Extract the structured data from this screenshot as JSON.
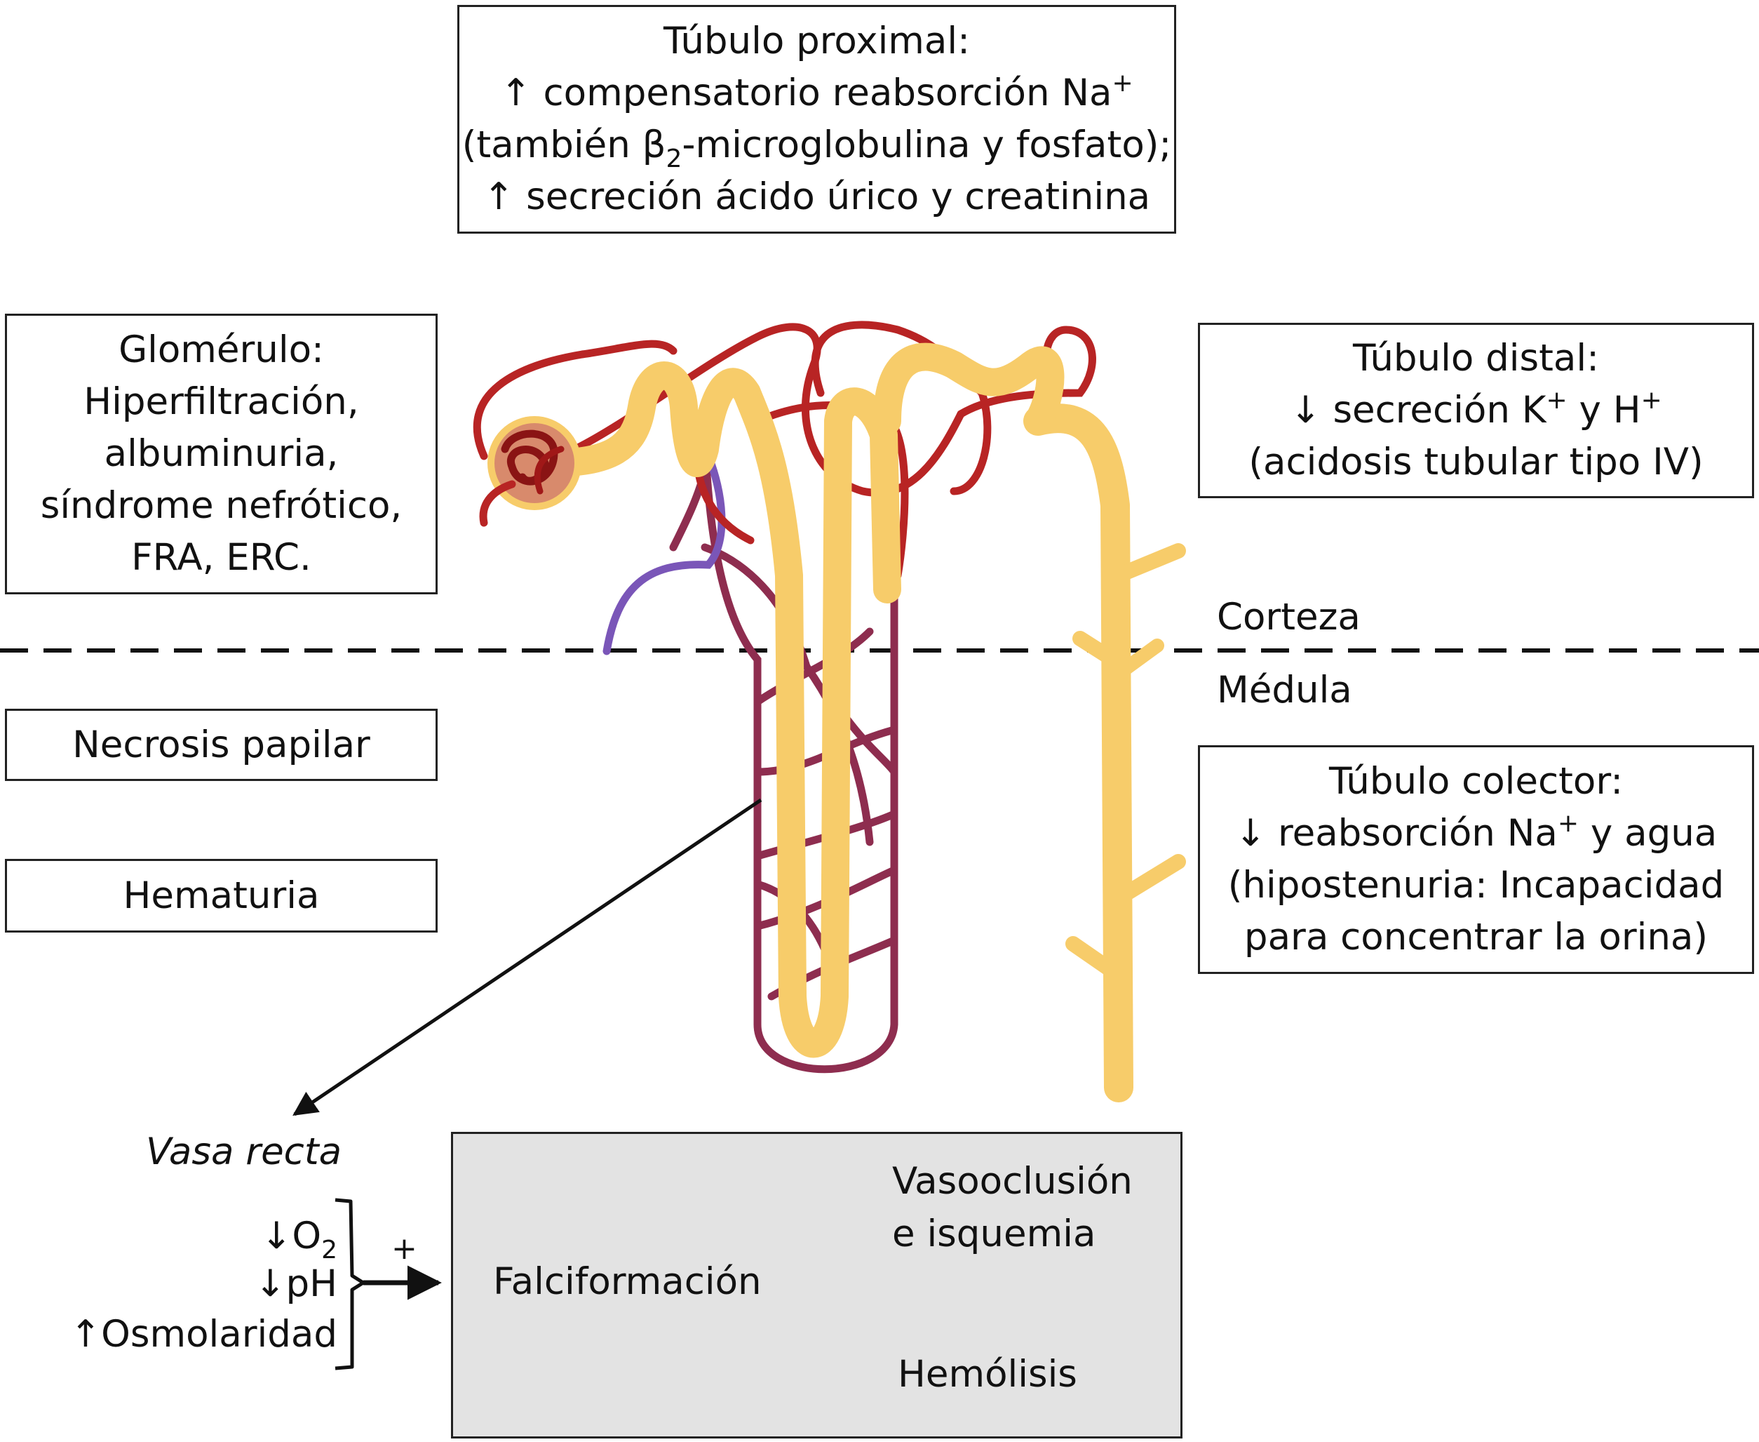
{
  "colors": {
    "tubule": "#f7cc6a",
    "artery": "#b82424",
    "vein": "#8e2d4f",
    "afferent_vein": "#7a56b8",
    "capsule": "#d88a6c",
    "gray_box": "#e3e3e3"
  },
  "proximal": {
    "title": "Túbulo proximal:",
    "line2": "↑ compensatorio reabsorción Na",
    "line2_sup": "+",
    "line3_pre": "(también β",
    "line3_sub": "2",
    "line3_post": "-microglobulina y fosfato);",
    "line4": "↑ secreción ácido úrico y creatinina"
  },
  "glomerulo": {
    "lines": [
      "Glomérulo:",
      "Hiperfiltración,",
      "albuminuria,",
      "síndrome nefrótico,",
      "FRA, ERC."
    ]
  },
  "distal": {
    "title": "Túbulo distal:",
    "line2_a": "↓ secreción K",
    "line2_sup1": "+",
    "line2_b": " y H",
    "line2_sup2": "+",
    "line3": "(acidosis tubular tipo IV)"
  },
  "colector": {
    "title": "Túbulo colector:",
    "line2_a": "↓ reabsorción Na",
    "line2_sup": "+",
    "line2_b": " y agua",
    "line3": "(hipostenuria: Incapacidad",
    "line4": "para concentrar la orina)"
  },
  "zones": {
    "cortex": "Corteza",
    "medulla": "Médula"
  },
  "necrosis": "Necrosis papilar",
  "hematuria": "Hematuria",
  "vasa_recta": "Vasa recta",
  "factors": {
    "o2_pre": "↓O",
    "o2_sub": "2",
    "ph": "↓pH",
    "osm": "↑Osmolaridad",
    "plus": "+"
  },
  "outcome": {
    "falciformacion": "Falciformación",
    "vaso1": "Vasooclusión",
    "vaso2": "e isquemia",
    "hemolisis": "Hemólisis"
  }
}
